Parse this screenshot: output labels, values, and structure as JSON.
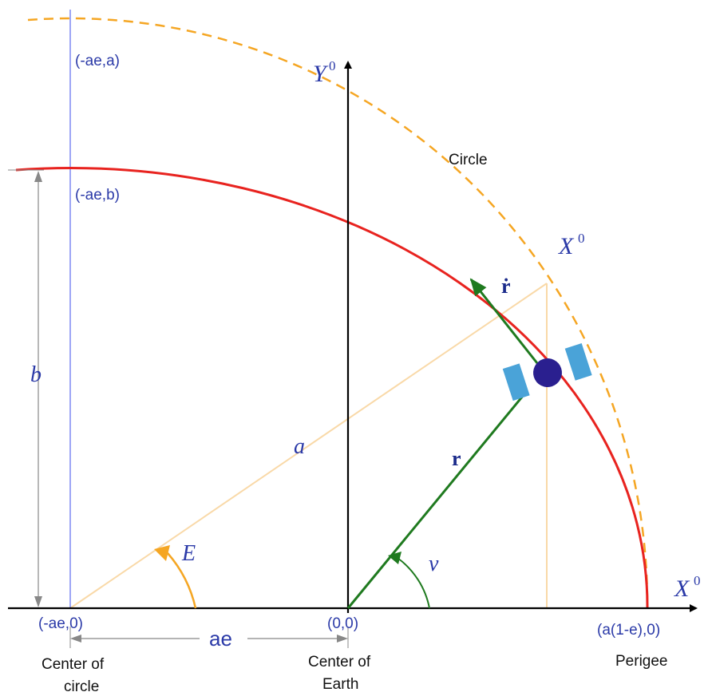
{
  "labels": {
    "point_minus_ae_a": "(-ae,a)",
    "point_minus_ae_b": "(-ae,b)",
    "point_minus_ae_0": "(-ae,0)",
    "point_origin": "(0,0)",
    "point_perigee": "(a(1-e),0)",
    "circle": "Circle",
    "y_axis": "Y",
    "y_axis_sup": "0",
    "x_axis": "X",
    "x_axis_sup": "0",
    "x0_point": "X",
    "x0_point_sup": "0",
    "b": "b",
    "a": "a",
    "E": "E",
    "nu": "ν",
    "r": "r",
    "r_dot": "ṙ",
    "ae": "ae",
    "center_circle_line1": "Center of",
    "center_circle_line2": "circle",
    "center_earth_line1": "Center of",
    "center_earth_line2": "Earth",
    "perigee": "Perigee"
  },
  "colors": {
    "orbit": "#e8231f",
    "circle": "#f5a623",
    "construction": "#f9d9a8",
    "vectors": "#1f7a1f",
    "vertical_line": "#5c6cf0",
    "axes": "#000000",
    "satellite_body": "#2a1f8f",
    "satellite_panels": "#4aa3d8",
    "dimension": "#888888"
  }
}
